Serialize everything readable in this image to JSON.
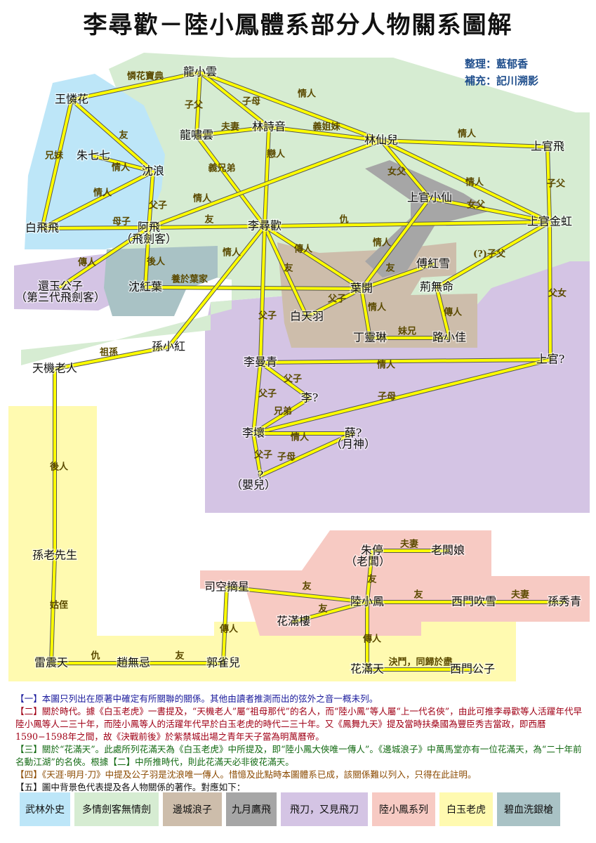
{
  "title": "李尋歡－陸小鳳體系部分人物關系圖解",
  "credits": {
    "editor": "整理：藍郁香",
    "supplement": "補充：記川溯影"
  },
  "colors": {
    "link": "#ffff00",
    "wulin": "#bde6f8",
    "duoqing": "#d6ecd2",
    "biancheng": "#cdbdab",
    "jiuyue": "#a6a6a6",
    "feidao": "#d4c4e4",
    "luxiaofeng": "#f7cac3",
    "baiyu": "#fffab0",
    "bixue": "#a9c2c5"
  },
  "nodes": {
    "long_xiaoyun": "龍小雲",
    "wang_lianhua": "王憐花",
    "zhu_qiqi": "朱七七",
    "shen_lang": "沈浪",
    "long_xiaoyun2": "龍嘯雲",
    "lin_shiyin": "林詩音",
    "lin_xianer": "林仙兒",
    "shangguan_fei": "上官飛",
    "shangguan_xiaoxian": "上官小仙",
    "shangguan_jinhong": "上官金虹",
    "bai_feifei": "白飛飛",
    "a_fei": "阿飛",
    "a_fei_alias": "（飛劍客）",
    "li_xunhuan": "李尋歡",
    "fu_hongxue": "傅紅雪",
    "jing_wuming": "荊無命",
    "huanyu_gongzi": "還玉公子",
    "huanyu_alias": "（第三代飛劍客）",
    "shen_hongye": "沈紅葉",
    "ye_kai": "葉開",
    "bai_tianyu": "白天羽",
    "ding_linglin": "丁靈琳",
    "lu_xiaojia": "路小佳",
    "sun_xiaohong": "孫小紅",
    "tianji_laoren": "天機老人",
    "li_manqing": "李曼青",
    "shangguan_q": "上官?",
    "li_q": "李?",
    "li_huai": "李壞",
    "xue_q": "薛?",
    "xue_alias": "（月神）",
    "baby_q": "?",
    "baby_alias": "（嬰兒）",
    "sun_laoxiansheng": "孫老先生",
    "zhu_ting": "朱停",
    "zhu_ting_alias": "（老闆）",
    "laobanniang": "老闆娘",
    "sikong_zhaixing": "司空摘星",
    "lu_xiaofeng": "陸小鳳",
    "ximen_chuixue": "西門吹雪",
    "sun_xiuqing": "孫秀青",
    "hua_manlou": "花滿樓",
    "lei_zhentian": "雷震天",
    "zhao_wuji": "趙無忌",
    "guo_queer": "郭雀兒",
    "hua_mantian": "花滿天",
    "ximen_gongzi": "西門公子"
  },
  "edges": {
    "lianhua_baodian": "憐花寶典",
    "zifu_long": "子父",
    "fuqi_long": "夫妻",
    "zimu_lin": "子母",
    "qingren_long_lin": "情人",
    "yijiemei": "義姐妹",
    "qingren_lin_sg": "情人",
    "you_wang_shen": "友",
    "xiongmei": "兄妹",
    "qingren_zhu_shen": "情人",
    "qingren_shen_bai": "情人",
    "yixiongdi": "義兄弟",
    "lianren": "戀人",
    "nv_fu1": "女父",
    "qingren_lin_jinhong": "情人",
    "zifu_sg": "子父",
    "nv_fu2": "女父",
    "qingren_afei_lin": "情人",
    "muzi": "母子",
    "you_afei_li": "友",
    "zifu_afei": "父子",
    "chou_li_sg": "仇",
    "q_zifu": "(?)子父",
    "chuanren_afei_huanyu": "傳人",
    "chuanren_afei_shen": "後人",
    "yangyu_yejia": "養於葉家",
    "qingren_li_sun": "情人",
    "you_li_bai": "友",
    "chuanren_li_ye": "傳人",
    "qingren_xian_ye": "情人",
    "you_ye_fu": "友",
    "fuzi_bai_ye": "父子",
    "qingren_ye_ding": "情人",
    "meixiong": "妹兄",
    "chuanren_jing_lu": "傳人",
    "nvfu_jinhong": "父女",
    "zusun": "祖孫",
    "fuzi_li_manqing": "父子",
    "qingren_manqing_sg": "情人",
    "fuzi_manqing_li": "父子",
    "zimu_sg_huai": "子母",
    "fuzi_manqing_huai": "父子",
    "xiongdi": "兄弟",
    "qingren_huai_xue": "情人",
    "fuzi_huai_baby": "父子",
    "zimu_xue_baby": "子母",
    "houren_tianji": "後人",
    "guzhi": "姑侄",
    "chou_lei_zhao": "仇",
    "you_zhao_guo": "友",
    "chuanren_sikong_guo": "傳人",
    "fuqi_zhu": "夫妻",
    "you_zhu_lu": "友",
    "you_sikong_lu": "友",
    "you_lu_ximen": "友",
    "fuqi_ximen": "夫妻",
    "you_hua_lu": "友",
    "chuanren_lu_hua": "傳人",
    "juedou": "決鬥，同歸於盡"
  },
  "notes": [
    "【一】本圖只列出在原著中確定有所關聯的關係。其他由讀者推測而出的弦外之音一概未列。",
    "【二】關於時代。據《白玉老虎》一書提及，“天機老人”屬“祖母那代”的名人，而“陸小鳳”等人屬“上一代名俠”，由此可推李尋歡等人活躍年代早陸小鳳等人二三十年，而陸小鳳等人的活躍年代早於白玉老虎的時代二三十年。又《鳳舞九天》提及當時扶桑國為豐臣秀吉當政，即西曆1590−1598年之間，故《決戰前後》於紫禁城出場之青年天子當為明萬曆帝。",
    "【三】關於“花滿天”。此處所列花滿天為《白玉老虎》中所提及，即“陸小鳳大俠唯一傳人”。《邊城浪子》中萬馬堂亦有一位花滿天，為“二十年前名動江湖”的名俠。根據【二】中所推時代，則此花滿天必非彼花滿天。",
    "【四】《天涯·明月·刀》中提及公子羽是沈浪唯一傳人。惜憶及此點時本圖體系已成，該關係難以列入，只得在此註明。",
    "【五】圖中背景色代表提及各人物關係的著作。對應如下："
  ],
  "legend": [
    {
      "label": "武林外史",
      "color": "#bde6f8"
    },
    {
      "label": "多情劍客無情劍",
      "color": "#d6ecd2"
    },
    {
      "label": "邊城浪子",
      "color": "#cdbdab"
    },
    {
      "label": "九月鷹飛",
      "color": "#a6a6a6"
    },
    {
      "label": "飛刀，又見飛刀",
      "color": "#d4c4e4"
    },
    {
      "label": "陸小鳳系列",
      "color": "#f7cac3"
    },
    {
      "label": "白玉老虎",
      "color": "#fffab0"
    },
    {
      "label": "碧血洗銀槍",
      "color": "#a9c2c5"
    }
  ]
}
